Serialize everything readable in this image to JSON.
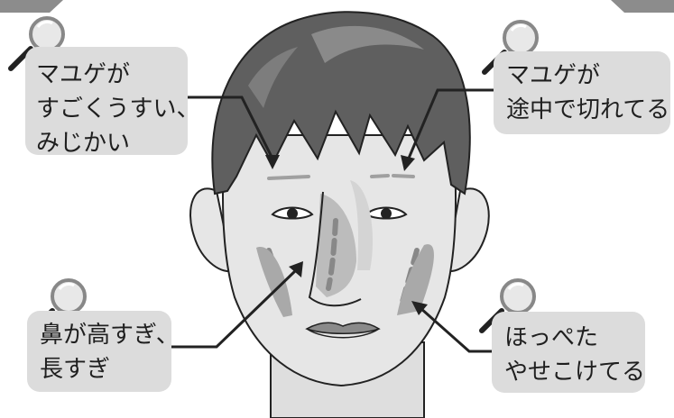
{
  "callouts": {
    "eyebrow_short": {
      "lines": [
        "マユゲが",
        "すごくうすい、",
        "みじかい"
      ]
    },
    "eyebrow_broken": {
      "lines": [
        "マユゲが",
        "途中で切れてる"
      ]
    },
    "nose": {
      "lines": [
        "鼻が高すぎ、",
        "長すぎ"
      ]
    },
    "cheek": {
      "lines": [
        "ほっぺた",
        "やせこけてる"
      ]
    }
  },
  "colors": {
    "callout_bg": "#dcdcdc",
    "text": "#1f1f1f",
    "skin": "#e6e6e6",
    "hair": "#5f5f5f",
    "shadow": "#a9a9a9",
    "line": "#222222"
  },
  "icons": [
    "magnifier-icon"
  ]
}
